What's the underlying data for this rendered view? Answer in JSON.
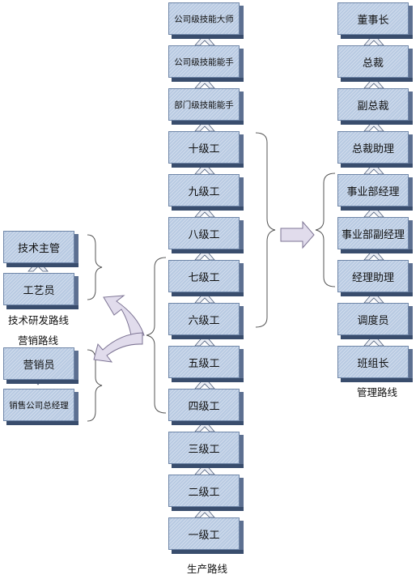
{
  "production": {
    "boxes": [
      "公司级技能大师",
      "公司级技能能手",
      "部门级技能能手",
      "十级工",
      "九级工",
      "八级工",
      "七级工",
      "六级工",
      "五级工",
      "四级工",
      "三级工",
      "二级工",
      "一级工"
    ],
    "label": "生产路线"
  },
  "management": {
    "boxes": [
      "董事长",
      "总裁",
      "副总裁",
      "总裁助理",
      "事业部经理",
      "事业部副经理",
      "经理助理",
      "调度员",
      "班组长"
    ],
    "label": "管理路线"
  },
  "tech": {
    "boxes": [
      "技术主管",
      "工艺员"
    ],
    "label": "技术研发路线"
  },
  "marketing": {
    "boxes": [
      "营销员",
      "销售公司总经理"
    ],
    "label": "营销路线"
  },
  "colors": {
    "box_fill": "#b8cae2",
    "box_side": "#5d7091",
    "arrow_fill": "#e1dcec",
    "bracket": "#555555"
  }
}
